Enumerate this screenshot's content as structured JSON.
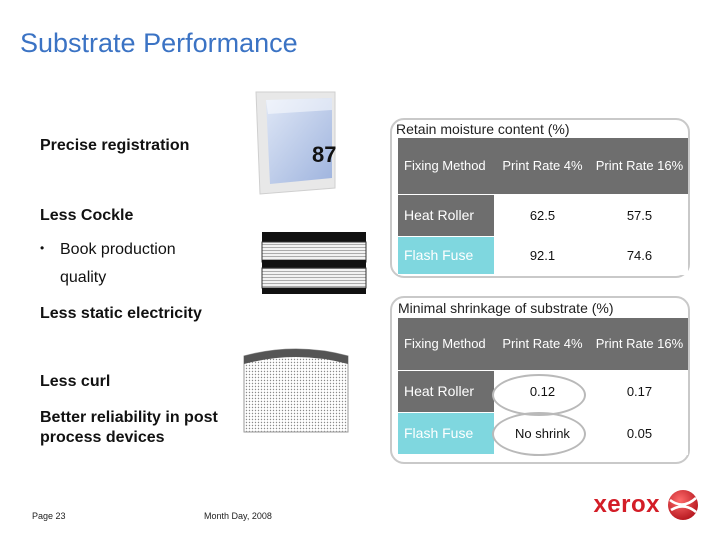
{
  "slide": {
    "title": "Substrate Performance",
    "bullets": {
      "registration": "Precise registration",
      "cockle": "Less Cockle",
      "book_mark": "•",
      "book_line1": "Book production",
      "book_line2": "quality",
      "static": "Less static electricity",
      "curl": "Less curl",
      "reliability_line1": "Better reliability in post",
      "reliability_line2": "process devices"
    },
    "page_number": "Page 23",
    "date": "Month Day, 2008"
  },
  "moisture_table": {
    "caption": "Retain moisture content (%)",
    "headers": [
      "Fixing Method",
      "Print Rate 4%",
      "Print Rate 16%"
    ],
    "rows": [
      {
        "method": "Heat Roller",
        "rate4": "62.5",
        "rate16": "57.5"
      },
      {
        "method": "Flash Fuse",
        "rate4": "92.1",
        "rate16": "74.6"
      }
    ]
  },
  "shrinkage_table": {
    "caption": "Minimal shrinkage of substrate (%)",
    "headers": [
      "Fixing Method",
      "Print Rate 4%",
      "Print Rate 16%"
    ],
    "rows": [
      {
        "method": "Heat Roller",
        "rate4": "0.12",
        "rate16": "0.17"
      },
      {
        "method": "Flash Fuse",
        "rate4": "No shrink",
        "rate16": "0.05"
      }
    ]
  },
  "images": {
    "registration_page_number": "87"
  },
  "logo": {
    "text": "xerox"
  },
  "colors": {
    "title": "#3b73c4",
    "header_cell": "#6e6e6e",
    "flash_fuse_cell": "#7fd7df",
    "brand_red": "#d31d27"
  }
}
